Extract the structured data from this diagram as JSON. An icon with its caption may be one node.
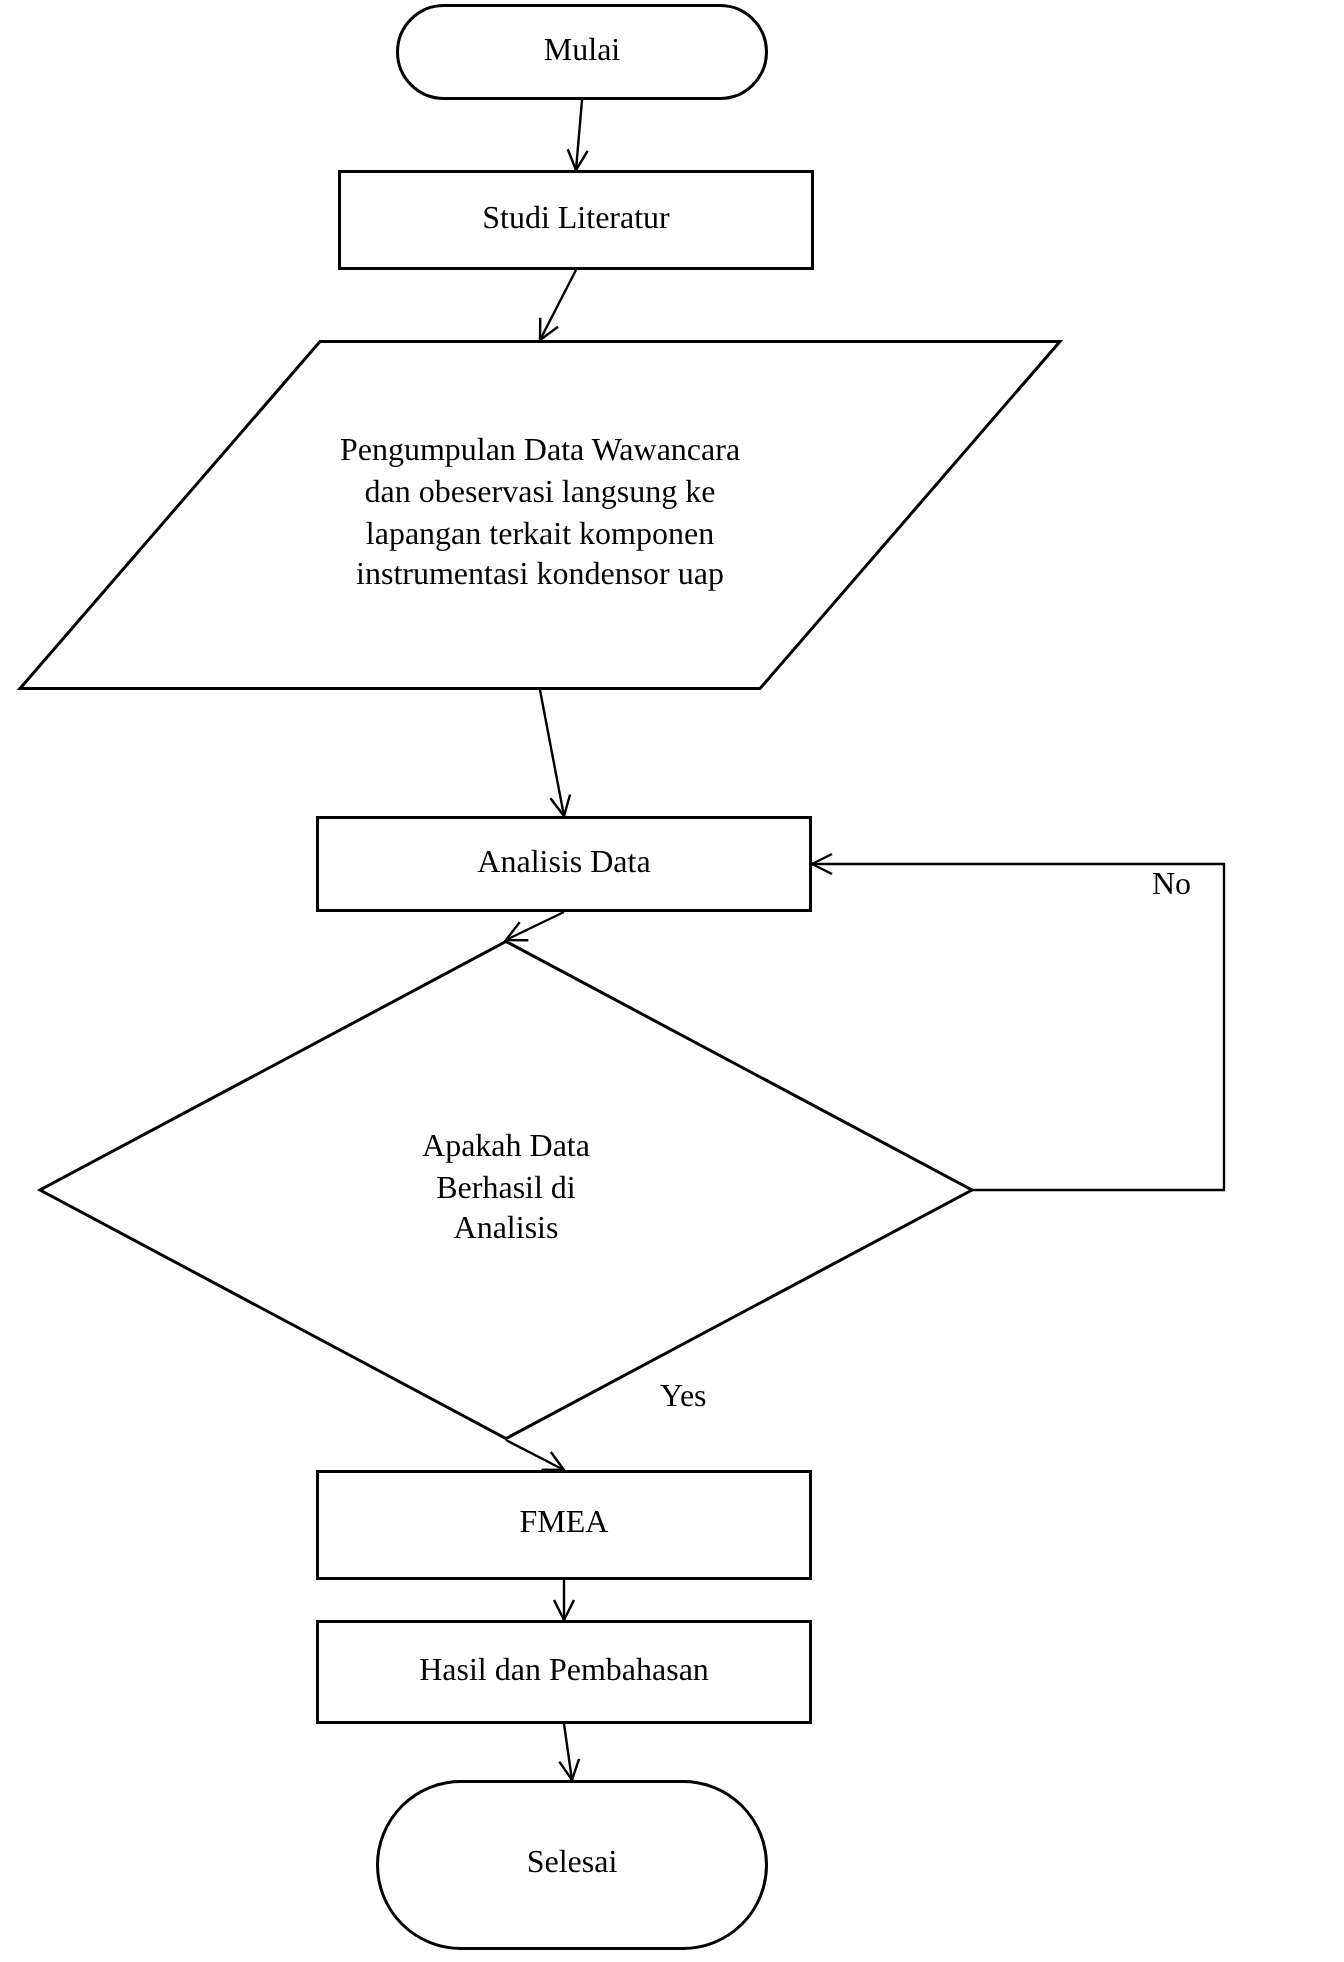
{
  "diagram": {
    "nodes": [
      {
        "text": [
          "Mulai"
        ]
      },
      {
        "text": [
          "Studi Literatur"
        ]
      },
      {
        "text": [
          "Pengumpulan Data Wawancara dan obeservasi langsung ke lapangan terkait komponen instrumentasi kondensor uap"
        ]
      },
      {
        "text": [
          "Analisis Data"
        ]
      },
      {
        "text": [
          "Apakah Data Berhasil di Analisis"
        ]
      },
      {
        "text": [
          "FMEA"
        ]
      },
      {
        "text": [
          "Hasil dan Pembahasan"
        ]
      },
      {
        "text": [
          "Selesai"
        ]
      }
    ],
    "edges": [
      {
        "from": 0,
        "to": 1,
        "arrow": "to"
      },
      {
        "from": 1,
        "to": 2,
        "arrow": "to"
      },
      {
        "from": 2,
        "to": 3,
        "arrow": "to"
      },
      {
        "from": 3,
        "to": 4,
        "arrow": "to"
      },
      {
        "from": 4,
        "to": 5,
        "arrow": "to",
        "label": "Yes"
      },
      {
        "from": 4,
        "to": 3,
        "arrow": "to",
        "label": "No"
      },
      {
        "from": 5,
        "to": 6,
        "arrow": "to"
      },
      {
        "from": 6,
        "to": 7,
        "arrow": "to"
      }
    ]
  }
}
